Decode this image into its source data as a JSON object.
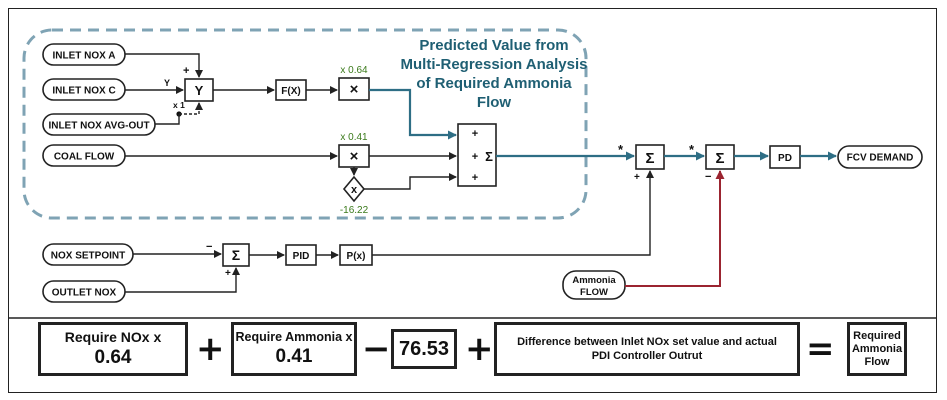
{
  "diagram": {
    "title_lines": [
      "Predicted Value from",
      "Multi-Regression Analysis",
      "of Required Ammonia",
      "Flow"
    ],
    "inputs": {
      "inlet_nox_a": "INLET NOX A",
      "inlet_nox_c": "INLET NOX C",
      "inlet_nox_avg": "INLET NOX AVG-OUT",
      "coal_flow": "COAL FLOW",
      "nox_setpoint": "NOX SETPOINT",
      "outlet_nox": "OUTLET NOX",
      "ammonia_flow_1": "Ammonia",
      "ammonia_flow_2": "FLOW"
    },
    "blocks": {
      "select": "Y",
      "fx": "F(X)",
      "mult": "×",
      "sum": "Σ",
      "x_small": "x",
      "pid": "PID",
      "px": "P(x)",
      "pd": "PD",
      "fcv_demand": "FCV DEMAND"
    },
    "labels": {
      "gain_064": "x 0.64",
      "gain_041": "x 0.41",
      "const": "-16.22",
      "plus": "+",
      "minus": "−",
      "star": "*",
      "y_mark": "Y",
      "x1_mark": "x 1"
    }
  },
  "equation": {
    "term1_line1": "Require NOx x",
    "term1_line2": "0.64",
    "op1": "+",
    "term2_line1": "Require Ammonia x",
    "term2_line2": "0.41",
    "op2": "−",
    "term3": "76.53",
    "op3": "+",
    "term4_line1": "Difference between Inlet NOx set value and actual",
    "term4_line2": "PDI Controller Outrut",
    "op4": "=",
    "result_line1": "Required",
    "result_line2": "Ammonia",
    "result_line3": "Flow"
  },
  "colors": {
    "flow_line": "#2e6e85",
    "ammonia_line": "#9b2430",
    "dashed_border": "#7fa3b4",
    "title_color": "#1f5f73",
    "gain_color": "#3a7a1a"
  }
}
